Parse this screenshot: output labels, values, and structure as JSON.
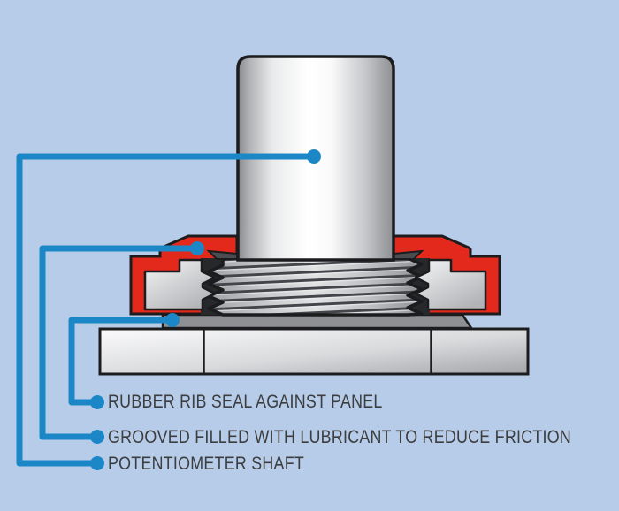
{
  "diagram": {
    "description": "Cutaway illustration of a potentiometer panel bushing seal",
    "labels": [
      {
        "text": "RUBBER RIB SEAL AGAINST PANEL"
      },
      {
        "text": "GROOVED FILLED WITH LUBRICANT TO REDUCE FRICTION"
      },
      {
        "text": "POTENTIOMETER SHAFT"
      }
    ],
    "parts": [
      {
        "name": "potentiometer-shaft"
      },
      {
        "name": "rubber-seal"
      },
      {
        "name": "threaded-bushing"
      },
      {
        "name": "lubricant-groove"
      },
      {
        "name": "rubber-rib-washer"
      },
      {
        "name": "mounting-panel"
      }
    ]
  },
  "colors": {
    "background": "#b7cce8",
    "callout-blue": "#1b87c6",
    "seal-red": "#e3291b",
    "outline-dark": "#1c1c1e",
    "label-text": "#3b3d3f",
    "metal-light": "#ffffff",
    "metal-dark": "#8e9094"
  }
}
